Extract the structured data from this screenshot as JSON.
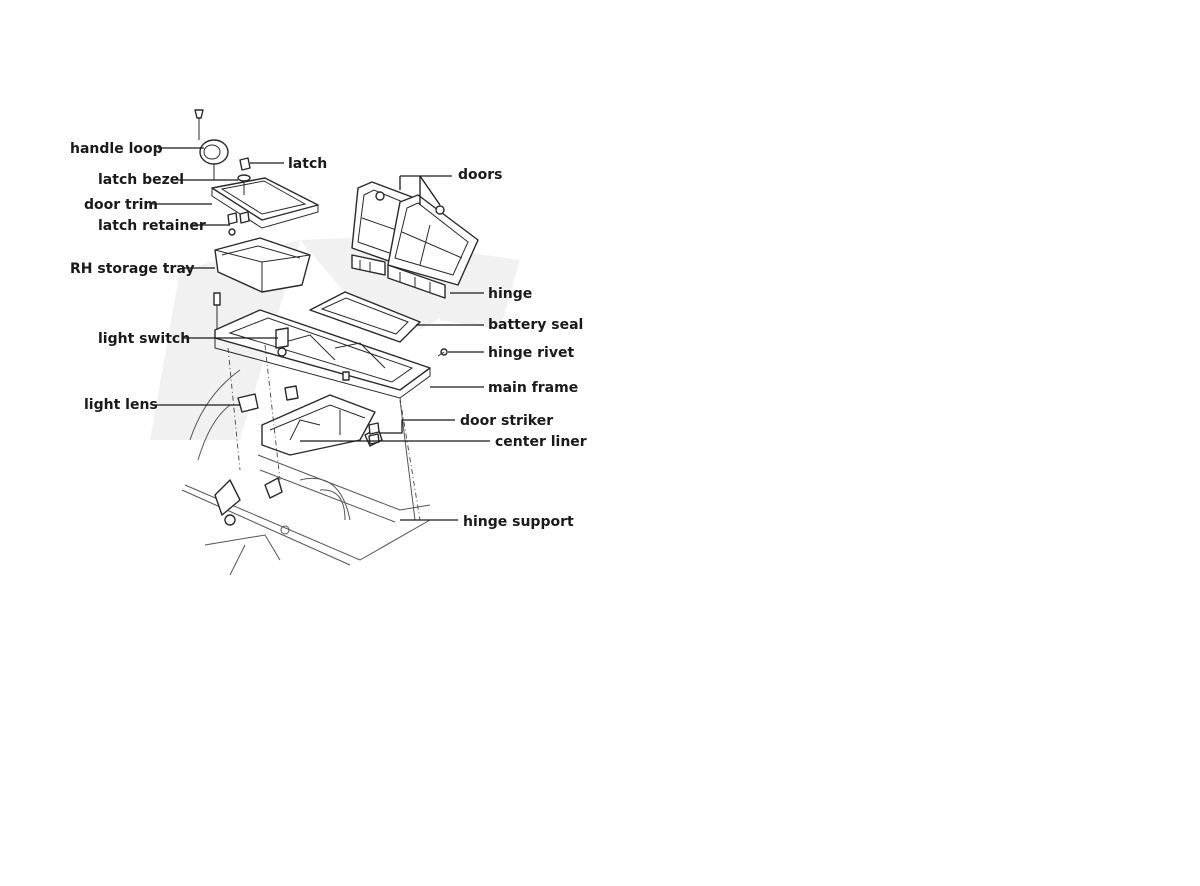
{
  "labels": {
    "handle_loop": "handle loop",
    "latch": "latch",
    "latch_bezel": "latch bezel",
    "doors": "doors",
    "door_trim": "door trim",
    "latch_retainer": "latch retainer",
    "rh_storage_tray": "RH storage tray",
    "hinge": "hinge",
    "battery_seal": "battery seal",
    "light_switch": "light switch",
    "hinge_rivet": "hinge rivet",
    "main_frame": "main frame",
    "light_lens": "light lens",
    "door_striker": "door striker",
    "center_liner": "center liner",
    "hinge_support": "hinge support"
  },
  "colors": {
    "line": "#1a1a1a",
    "watermark": "#f1f1f1",
    "background": "#ffffff"
  }
}
